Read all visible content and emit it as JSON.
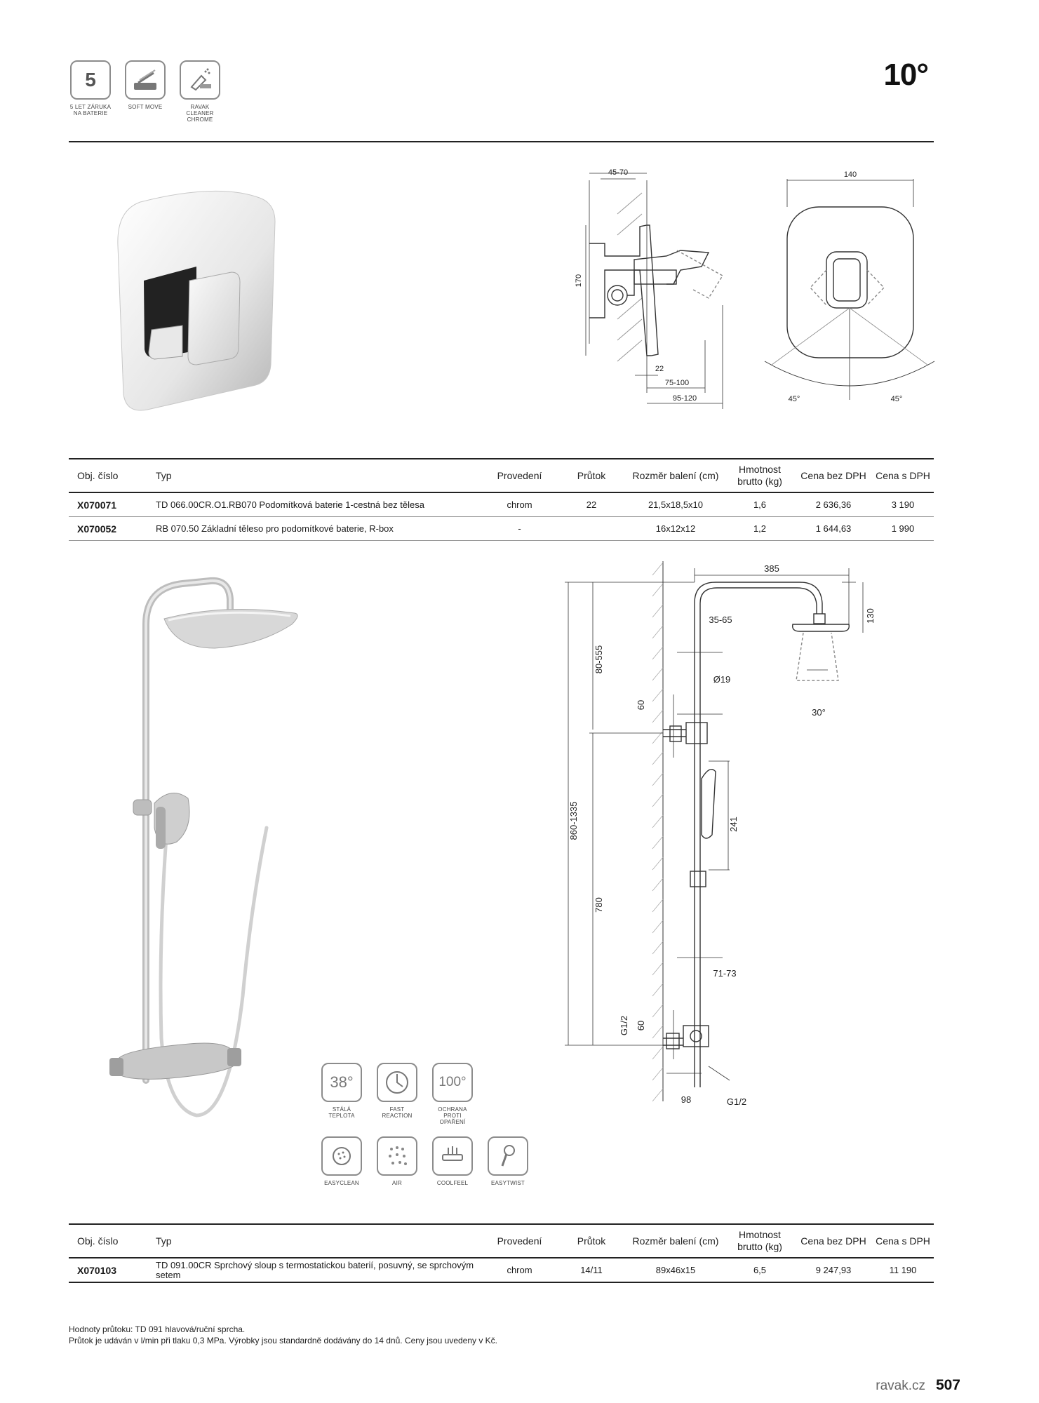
{
  "header": {
    "features": [
      {
        "icon": "warranty-5-icon",
        "number": "5",
        "caption": "5 LET ZÁRUKA NA BATERIE"
      },
      {
        "icon": "soft-move-icon",
        "caption": "SOFT MOVE"
      },
      {
        "icon": "ravak-cleaner-icon",
        "caption": "RAVAK CLEANER CHROME"
      }
    ],
    "series_title": "10°"
  },
  "drawing1": {
    "dims": {
      "depth": "45-70",
      "height": "170",
      "d22": "22",
      "d75": "75-100",
      "d95": "95-120",
      "width": "140",
      "angle_left": "45°",
      "angle_right": "45°"
    }
  },
  "table1": {
    "headers": [
      "Obj. číslo",
      "Typ",
      "Provedení",
      "Průtok",
      "Rozměr balení (cm)",
      "Hmotnost brutto (kg)",
      "Cena bez DPH",
      "Cena s DPH"
    ],
    "rows": [
      {
        "code": "X070071",
        "type": "TD 066.00CR.O1.RB070 Podomítková baterie 1-cestná bez tělesa",
        "finish": "chrom",
        "flow": "22",
        "size": "21,5x18,5x10",
        "weight": "1,6",
        "price_net": "2 636,36",
        "price_gross": "3 190"
      },
      {
        "code": "X070052",
        "type": "RB 070.50 Základní těleso pro podomítkové baterie, R-box",
        "finish": "-",
        "flow": "",
        "size": "16x12x12",
        "weight": "1,2",
        "price_net": "1 644,63",
        "price_gross": "1 990"
      }
    ]
  },
  "drawing2": {
    "dims": {
      "arm": "385",
      "head_h": "130",
      "d3565": "35-65",
      "d80555": "80-555",
      "dia19": "Ø19",
      "angle30": "30°",
      "d60a": "60",
      "d8601335": "860-1335",
      "d241": "241",
      "d780": "780",
      "d7173": "71-73",
      "g12a": "G1/2",
      "d60b": "60",
      "d98": "98",
      "g12b": "G1/2"
    }
  },
  "features2": [
    {
      "icon": "stable-temp-icon",
      "symbol": "38°",
      "caption": "STÁLÁ TEPLOTA"
    },
    {
      "icon": "fast-reaction-icon",
      "caption": "FAST REACTION"
    },
    {
      "icon": "scald-protection-icon",
      "symbol": "100°",
      "caption": "OCHRANA PROTI OPAŘENÍ"
    },
    {
      "icon": "easyclean-icon",
      "caption": "EASYCLEAN"
    },
    {
      "icon": "air-icon",
      "caption": "AIR"
    },
    {
      "icon": "coolfeel-icon",
      "caption": "COOLFEEL"
    },
    {
      "icon": "easytwist-icon",
      "caption": "EASYTWIST"
    }
  ],
  "table2": {
    "headers": [
      "Obj. číslo",
      "Typ",
      "Provedení",
      "Průtok",
      "Rozměr balení (cm)",
      "Hmotnost brutto (kg)",
      "Cena bez DPH",
      "Cena s DPH"
    ],
    "rows": [
      {
        "code": "X070103",
        "type": "TD 091.00CR Sprchový sloup s termostatickou baterií, posuvný, se sprchovým setem",
        "finish": "chrom",
        "flow": "14/11",
        "size": "89x46x15",
        "weight": "6,5",
        "price_net": "9 247,93",
        "price_gross": "11 190"
      }
    ]
  },
  "footnote": {
    "line1": "Hodnoty průtoku: TD 091 hlavová/ruční sprcha.",
    "line2": "Průtok je udáván v l/min při tlaku 0,3 MPa. Výrobky jsou standardně dodávány do 14 dnů. Ceny jsou uvedeny v Kč."
  },
  "footer": {
    "site": "ravak.cz",
    "page": "507"
  }
}
